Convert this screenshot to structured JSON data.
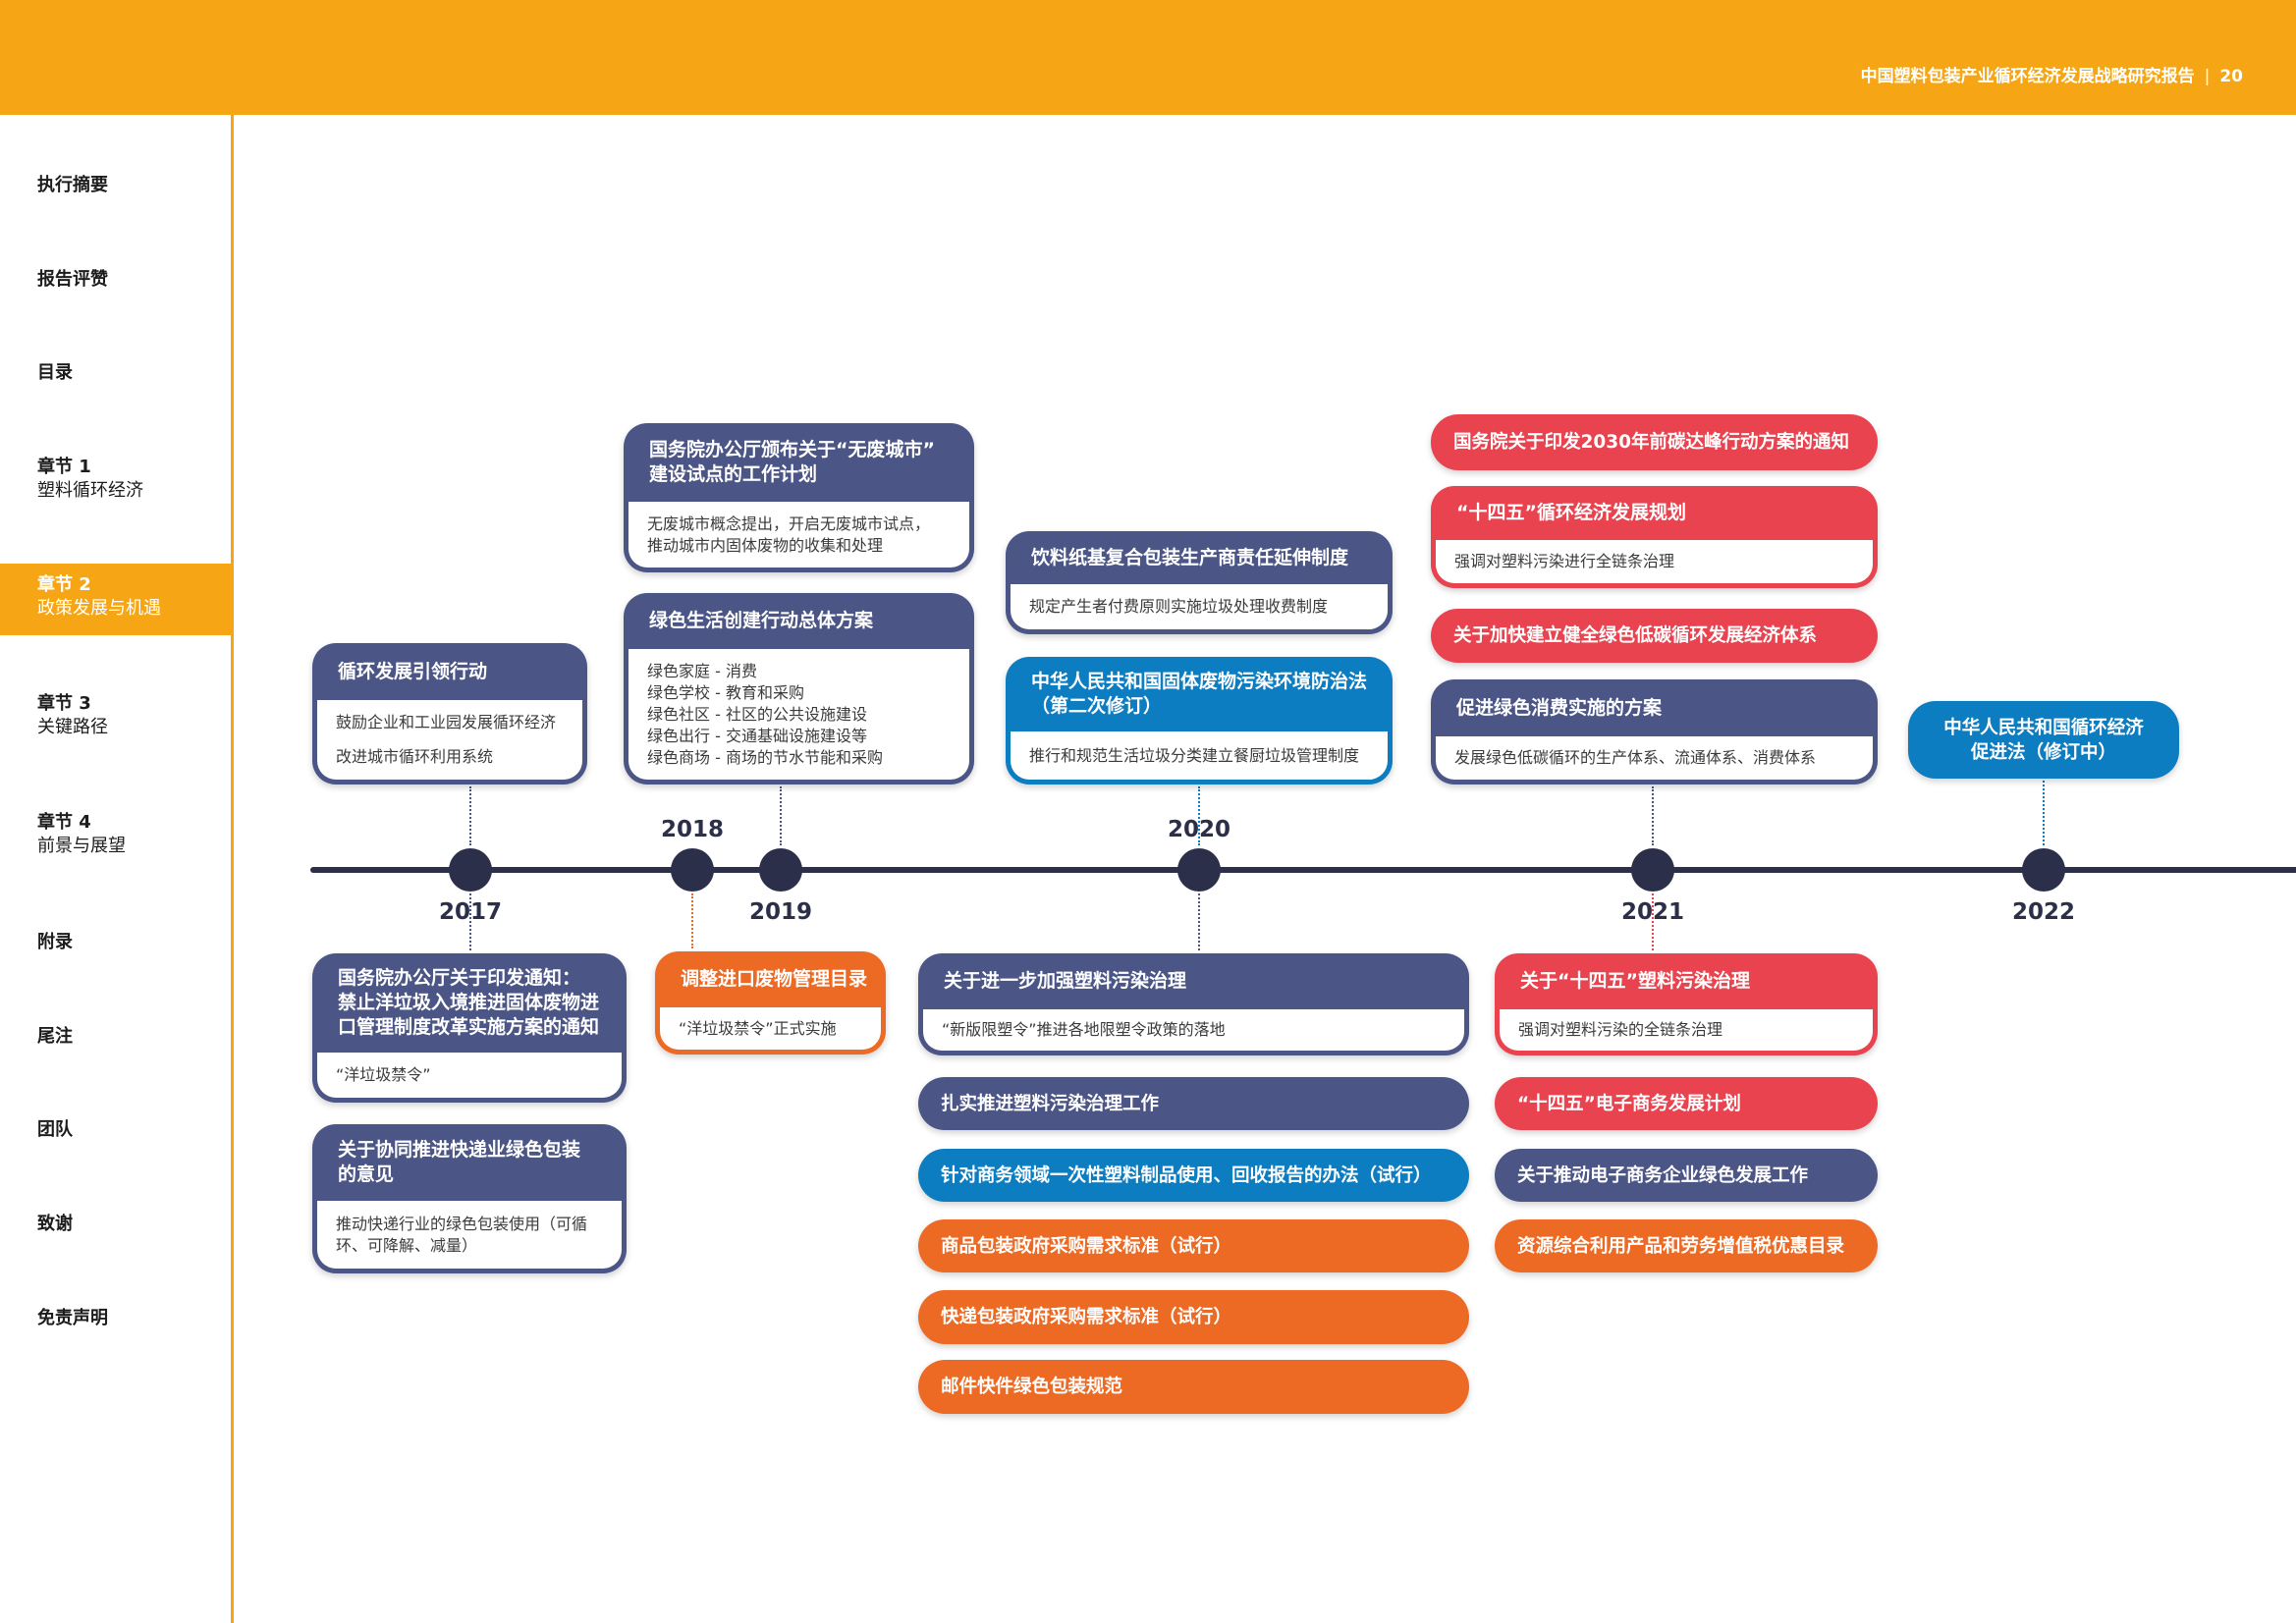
{
  "header": {
    "report_title": "中国塑料包装产业循环经济发展战略研究报告",
    "separator": "|",
    "page_number": "20"
  },
  "colors": {
    "brand_orange": "#f6a614",
    "navy": "#4b5686",
    "red": "#e8434f",
    "blue": "#0d7dc1",
    "orange": "#ec6a23",
    "timeline": "#2c2f49"
  },
  "sidebar": {
    "active_index": 4,
    "items": [
      {
        "label": "执行摘要"
      },
      {
        "label": "报告评赞"
      },
      {
        "label": "目录"
      },
      {
        "label": "章节 1",
        "subtitle": "塑料循环经济"
      },
      {
        "label": "章节 2",
        "subtitle": "政策发展与机遇"
      },
      {
        "label": "章节 3",
        "subtitle": "关键路径"
      },
      {
        "label": "章节 4",
        "subtitle": "前景与展望"
      },
      {
        "label": "附录"
      },
      {
        "label": "尾注"
      },
      {
        "label": "团队"
      },
      {
        "label": "致谢"
      },
      {
        "label": "免责声明"
      }
    ]
  },
  "timeline": {
    "years": [
      "2017",
      "2018",
      "2019",
      "2020",
      "2021",
      "2022"
    ]
  },
  "events": {
    "2017": {
      "above": [
        {
          "color": "#4b5686",
          "title": "循环发展引领行动",
          "body": [
            "鼓励企业和工业园发展循环经济",
            "改进城市循环利用系统"
          ]
        }
      ],
      "below": [
        {
          "color": "#4b5686",
          "title": "国务院办公厅关于印发通知：\n禁止洋垃圾入境推进固体废物进\n口管理制度改革实施方案的通知",
          "body": [
            "“洋垃圾禁令”"
          ]
        },
        {
          "color": "#4b5686",
          "title": "关于协同推进快递业绿色包装\n的意见",
          "body": [
            "推动快递行业的绿色包装使用（可循\n环、可降解、减量）"
          ]
        }
      ]
    },
    "2018": {
      "above": [
        {
          "color": "#4b5686",
          "title": "国务院办公厅颁布关于“无废城市”\n建设试点的工作计划",
          "body": [
            "无废城市概念提出，开启无废城市试点，\n推动城市内固体废物的收集和处理"
          ]
        }
      ],
      "below": [
        {
          "color": "#ec6a23",
          "title": "调整进口废物管理目录",
          "body": [
            "“洋垃圾禁令”正式实施"
          ]
        }
      ]
    },
    "2019": {
      "above": [
        {
          "color": "#4b5686",
          "title": "绿色生活创建行动总体方案",
          "body": [
            "绿色家庭 - 消费",
            "绿色学校 - 教育和采购",
            "绿色社区 - 社区的公共设施建设",
            "绿色出行 - 交通基础设施建设等",
            "绿色商场 - 商场的节水节能和采购"
          ]
        }
      ]
    },
    "2020": {
      "above": [
        {
          "color": "#4b5686",
          "title": "饮料纸基复合包装生产商责任延伸制度",
          "body": [
            "规定产生者付费原则实施垃圾处理收费制度"
          ]
        },
        {
          "color": "#0d7dc1",
          "title": "中华人民共和国固体废物污染环境防治法\n（第二次修订）",
          "body": [
            "推行和规范生活垃圾分类建立餐厨垃圾管理制度"
          ]
        }
      ],
      "below": [
        {
          "color": "#4b5686",
          "title": "关于进一步加强塑料污染治理",
          "body": [
            "“新版限塑令”推进各地限塑令政策的落地"
          ]
        },
        {
          "color": "#4b5686",
          "title": "扎实推进塑料污染治理工作"
        },
        {
          "color": "#0d7dc1",
          "title": "针对商务领域一次性塑料制品使用、回收报告的办法（试行）"
        },
        {
          "color": "#ec6a23",
          "title": "商品包装政府采购需求标准（试行）"
        },
        {
          "color": "#ec6a23",
          "title": "快递包装政府采购需求标准（试行）"
        },
        {
          "color": "#ec6a23",
          "title": "邮件快件绿色包装规范"
        }
      ]
    },
    "2021": {
      "above": [
        {
          "color": "#e8434f",
          "title": "国务院关于印发2030年前碳达峰行动方案的通知"
        },
        {
          "color": "#e8434f",
          "title": "“十四五”循环经济发展规划",
          "body": [
            "强调对塑料污染进行全链条治理"
          ]
        },
        {
          "color": "#e8434f",
          "title": "关于加快建立健全绿色低碳循环发展经济体系"
        },
        {
          "color": "#4b5686",
          "title": "促进绿色消费实施的方案",
          "body": [
            "发展绿色低碳循环的生产体系、流通体系、消费体系"
          ]
        }
      ],
      "below": [
        {
          "color": "#e8434f",
          "title": "关于“十四五”塑料污染治理",
          "body": [
            "强调对塑料污染的全链条治理"
          ]
        },
        {
          "color": "#e8434f",
          "title": "“十四五”电子商务发展计划"
        },
        {
          "color": "#4b5686",
          "title": "关于推动电子商务企业绿色发展工作"
        },
        {
          "color": "#ec6a23",
          "title": "资源综合利用产品和劳务增值税优惠目录"
        }
      ]
    },
    "2022": {
      "above": [
        {
          "color": "#0d7dc1",
          "title": "中华人民共和国循环经济\n促进法（修订中）"
        }
      ]
    }
  }
}
